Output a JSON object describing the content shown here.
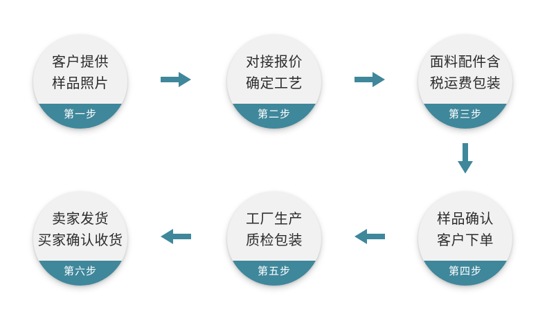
{
  "colors": {
    "band": "#3f879b",
    "arrow": "#3f879b",
    "circle": "#f1f1f1",
    "text": "#2b2b2b"
  },
  "steps": [
    {
      "line1": "客户提供",
      "line2": "样品照片",
      "label": "第一步"
    },
    {
      "line1": "对接报价",
      "line2": "确定工艺",
      "label": "第二步"
    },
    {
      "line1": "面料配件含",
      "line2": "税运费包装",
      "label": "第三步"
    },
    {
      "line1": "样品确认",
      "line2": "客户下单",
      "label": "第四步"
    },
    {
      "line1": "工厂生产",
      "line2": "质检包装",
      "label": "第五步"
    },
    {
      "line1": "卖家发货",
      "line2": "买家确认收货",
      "label": "第六步"
    }
  ],
  "arrows": [
    {
      "icon": "arrow-right-icon",
      "direction": "right"
    },
    {
      "icon": "arrow-right-icon",
      "direction": "right"
    },
    {
      "icon": "arrow-down-icon",
      "direction": "down"
    },
    {
      "icon": "arrow-left-icon",
      "direction": "left"
    },
    {
      "icon": "arrow-left-icon",
      "direction": "left"
    }
  ]
}
